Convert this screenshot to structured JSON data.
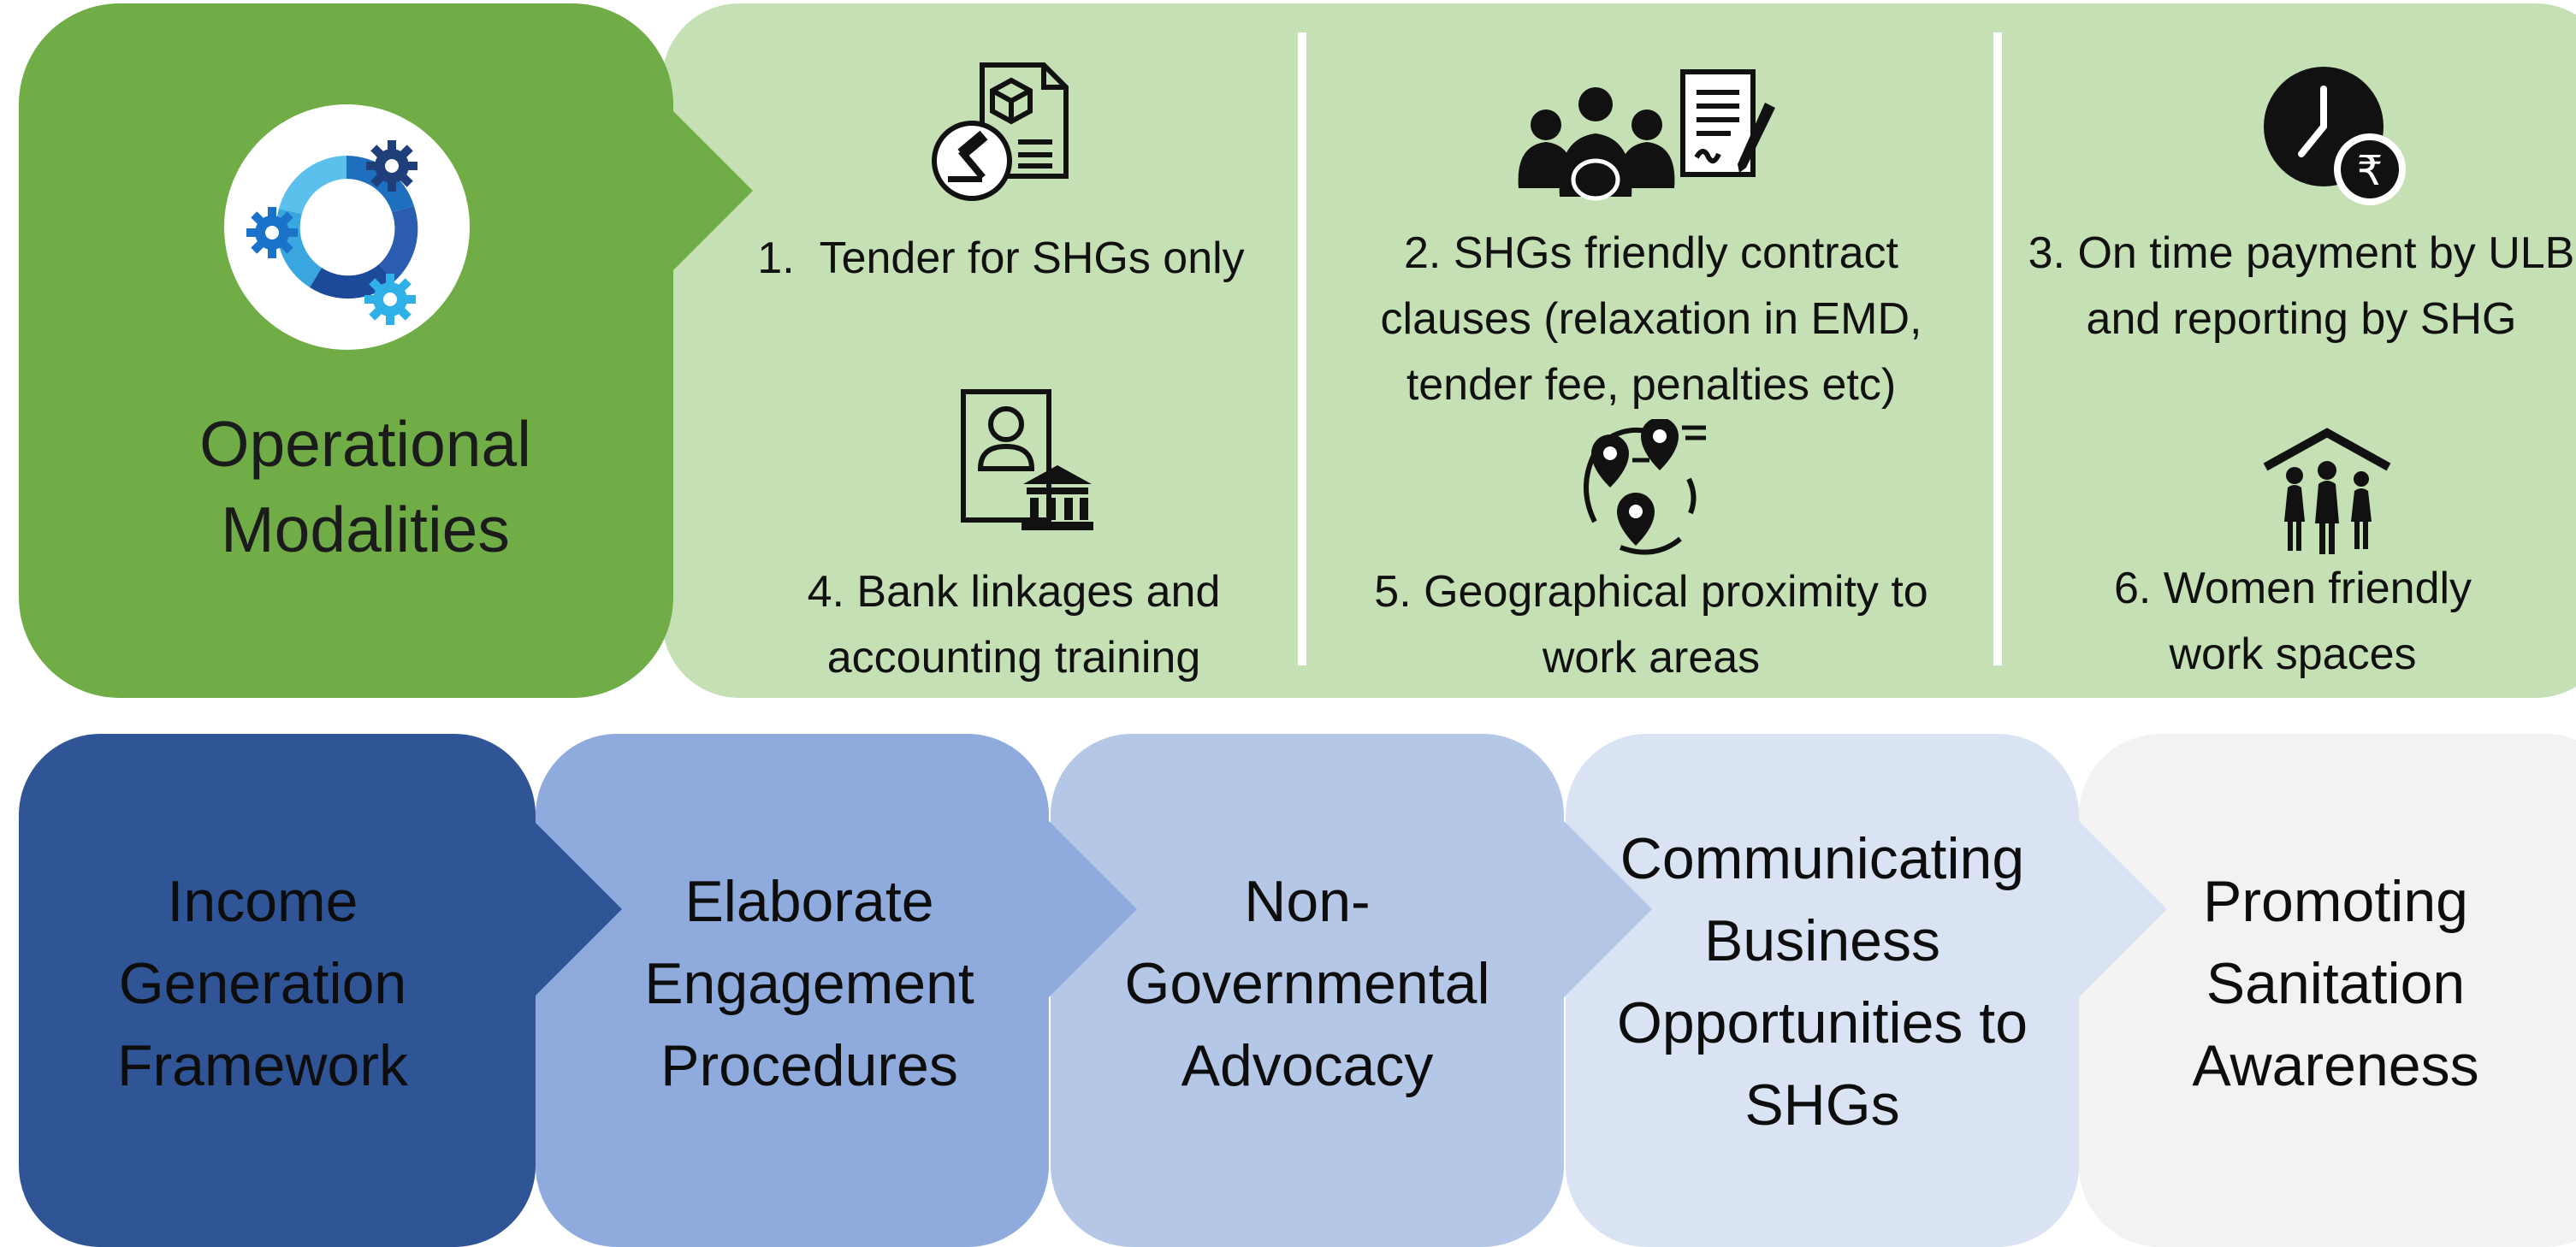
{
  "operational": {
    "title": "Operational Modalities",
    "colors": {
      "panel": "#70ad47",
      "background": "#c5e0b4"
    },
    "logo_icon": "gears-cycle-icon"
  },
  "modalities": [
    {
      "number": "1.",
      "text": "Tender for SHGs only",
      "icon": "tender-contract-gavel-icon"
    },
    {
      "number": "2.",
      "text": "SHGs friendly contract clauses (relaxation in EMD, tender fee, penalties etc)",
      "icon": "women-group-contract-icon"
    },
    {
      "number": "3.",
      "text": "On time payment by ULB and reporting by SHG",
      "icon": "clock-rupee-icon"
    },
    {
      "number": "4.",
      "text": "Bank linkages and accounting training",
      "icon": "person-bank-icon"
    },
    {
      "number": "5.",
      "text": "Geographical proximity to work areas",
      "icon": "location-pins-icon"
    },
    {
      "number": "6.",
      "text": "Women friendly work spaces",
      "icon": "women-shelter-icon"
    }
  ],
  "flow": [
    {
      "label": "Income Generation Framework",
      "color": "#2f5597",
      "text_color": "#0d0d0d"
    },
    {
      "label": "Elaborate Engagement Procedures",
      "color": "#8faadc",
      "text_color": "#0d0d0d"
    },
    {
      "label": "Non-Governmental Advocacy",
      "color": "#b4c7e7",
      "text_color": "#0d0d0d"
    },
    {
      "label": "Communicating Business Opportunities to SHGs",
      "color": "#dae3f3",
      "text_color": "#0d0d0d"
    },
    {
      "label": "Promoting Sanitation Awareness",
      "color": "#f2f2f2",
      "text_color": "#0d0d0d"
    }
  ]
}
